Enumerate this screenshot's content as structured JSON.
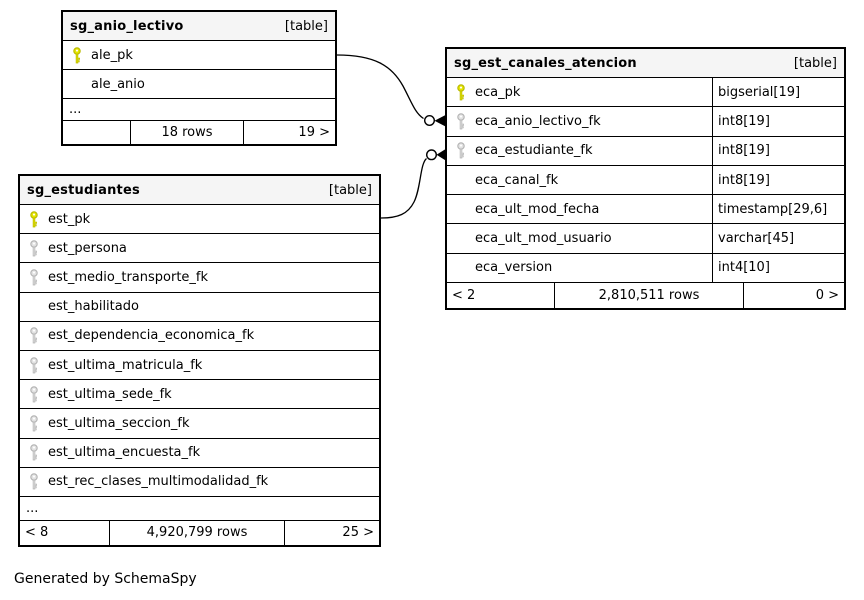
{
  "page": {
    "generated_by": "Generated by SchemaSpy"
  },
  "colors": {
    "pk_key_fill": "#e4e400",
    "pk_key_stroke": "#b9b900",
    "fk_key_fill": "#e2e2e2",
    "fk_key_stroke": "#b2b2b2",
    "header_bg": "#f5f5f5",
    "border": "#000000"
  },
  "tables": [
    {
      "name": "sg_anio_lectivo",
      "badge": "[table]",
      "columns": [
        {
          "name": "ale_pk",
          "key": "pk"
        },
        {
          "name": "ale_anio",
          "key": "none"
        }
      ],
      "ellipsis": "...",
      "footer": {
        "prev": "",
        "rows": "18 rows",
        "next": "19 >"
      }
    },
    {
      "name": "sg_estudiantes",
      "badge": "[table]",
      "columns": [
        {
          "name": "est_pk",
          "key": "pk"
        },
        {
          "name": "est_persona",
          "key": "fk"
        },
        {
          "name": "est_medio_transporte_fk",
          "key": "fk"
        },
        {
          "name": "est_habilitado",
          "key": "none"
        },
        {
          "name": "est_dependencia_economica_fk",
          "key": "fk"
        },
        {
          "name": "est_ultima_matricula_fk",
          "key": "fk"
        },
        {
          "name": "est_ultima_sede_fk",
          "key": "fk"
        },
        {
          "name": "est_ultima_seccion_fk",
          "key": "fk"
        },
        {
          "name": "est_ultima_encuesta_fk",
          "key": "fk"
        },
        {
          "name": "est_rec_clases_multimodalidad_fk",
          "key": "fk"
        }
      ],
      "ellipsis": "...",
      "footer": {
        "prev": "< 8",
        "rows": "4,920,799 rows",
        "next": "25 >"
      }
    },
    {
      "name": "sg_est_canales_atencion",
      "badge": "[table]",
      "columns": [
        {
          "name": "eca_pk",
          "key": "pk",
          "type": "bigserial[19]"
        },
        {
          "name": "eca_anio_lectivo_fk",
          "key": "fk",
          "type": "int8[19]"
        },
        {
          "name": "eca_estudiante_fk",
          "key": "fk",
          "type": "int8[19]"
        },
        {
          "name": "eca_canal_fk",
          "key": "none",
          "type": "int8[19]"
        },
        {
          "name": "eca_ult_mod_fecha",
          "key": "none",
          "type": "timestamp[29,6]"
        },
        {
          "name": "eca_ult_mod_usuario",
          "key": "none",
          "type": "varchar[45]"
        },
        {
          "name": "eca_version",
          "key": "none",
          "type": "int4[10]"
        }
      ],
      "footer": {
        "prev": "< 2",
        "rows": "2,810,511 rows",
        "next": "0 >"
      }
    }
  ],
  "relationships": [
    {
      "from": "sg_anio_lectivo.ale_pk",
      "to": "sg_est_canales_atencion.eca_anio_lectivo_fk"
    },
    {
      "from": "sg_estudiantes.est_pk",
      "to": "sg_est_canales_atencion.eca_estudiante_fk"
    }
  ]
}
